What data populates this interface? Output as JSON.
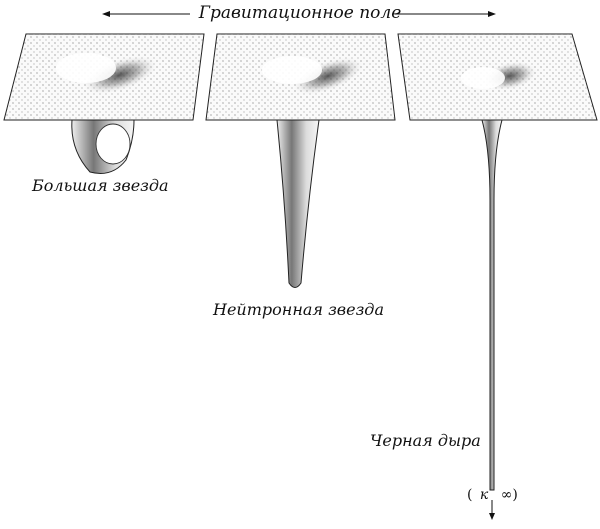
{
  "title": "Гравитационное поле",
  "panels": [
    {
      "label": "Большая звезда"
    },
    {
      "label": "Нейтронная звезда"
    },
    {
      "label": "Черная дыра"
    }
  ],
  "limit_annotation": {
    "open": "(",
    "symbol": "к",
    "infinity": "∞)"
  },
  "colors": {
    "ink": "#111111",
    "background": "#ffffff",
    "stipple": "#555555"
  }
}
